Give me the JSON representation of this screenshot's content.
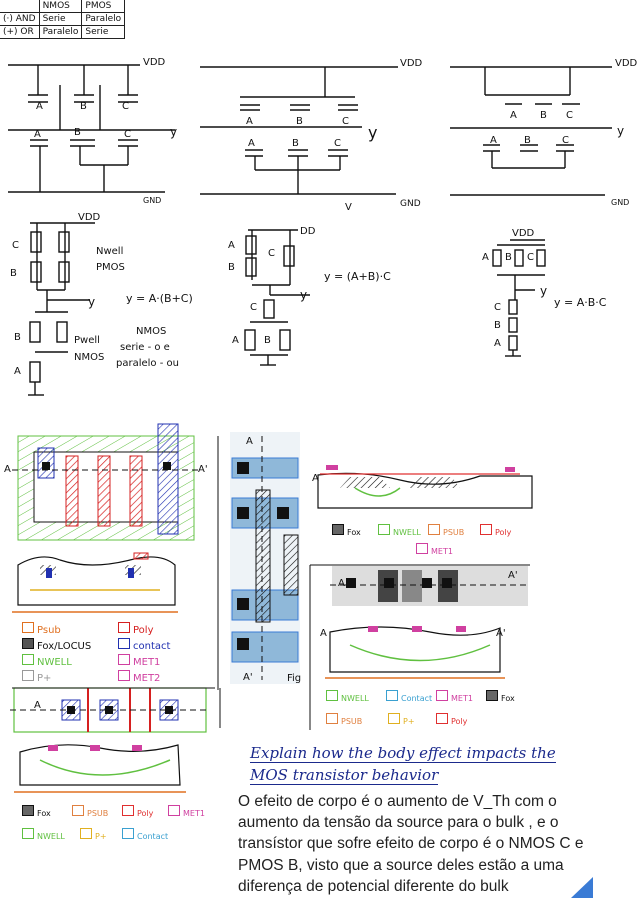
{
  "truth_table": {
    "headers": [
      "",
      "NMOS",
      "PMOS"
    ],
    "rows": [
      [
        "(·) AND",
        "Serie",
        "Paralelo"
      ],
      [
        "(+) OR",
        "Paralelo",
        "Serie"
      ]
    ]
  },
  "schematics_top": {
    "vdd": "VDD",
    "gnd": "GND",
    "out": "y",
    "v_label": "V",
    "inputs": [
      "A",
      "B",
      "C"
    ]
  },
  "cmos_left": {
    "vdd": "VDD",
    "nwell": "Nwell",
    "pmos": "PMOS",
    "pwell": "Pwell",
    "nmos": "NMOS",
    "equation": "y = A·(B+C)",
    "note_title": "NMOS",
    "note_line1": "serie - o e",
    "note_line2": "paralelo - ou",
    "out": "y",
    "inputs": [
      "A",
      "B",
      "C"
    ]
  },
  "cmos_mid": {
    "vdd": "DD",
    "equation": "y = (A+B)·C",
    "out": "y",
    "inputs": [
      "A",
      "B",
      "C"
    ]
  },
  "cmos_right": {
    "vdd": "VDD",
    "equation": "y = A·B·C",
    "out": "y",
    "inputs": [
      "A",
      "B",
      "C"
    ]
  },
  "layout": {
    "cut_a": "A",
    "cut_a_prime": "A'",
    "fig_label": "Fig"
  },
  "legend_left": [
    {
      "label": "Psub",
      "color": "#e07020"
    },
    {
      "label": "Poly",
      "color": "#d62020"
    },
    {
      "label": "Fox/LOCUS",
      "color": "#111111"
    },
    {
      "label": "contact",
      "color": "#2030b0"
    },
    {
      "label": "NWELL",
      "color": "#60c040"
    },
    {
      "label": "MET1",
      "color": "#d040a0"
    },
    {
      "label": "P+",
      "color": "#999999"
    },
    {
      "label": "MET2",
      "color": "#d040a0"
    }
  ],
  "legend_right_top": [
    {
      "label": "Fox",
      "color": "#111111"
    },
    {
      "label": "NWELL",
      "color": "#60c040"
    },
    {
      "label": "PSUB",
      "color": "#e08040"
    },
    {
      "label": "Poly",
      "color": "#e03030"
    },
    {
      "label": "MET1",
      "color": "#d040a0"
    }
  ],
  "legend_right_bottom": [
    {
      "label": "NWELL",
      "color": "#60c040"
    },
    {
      "label": "Contact",
      "color": "#3aa0d0"
    },
    {
      "label": "MET1",
      "color": "#d040a0"
    },
    {
      "label": "Fox",
      "color": "#111111"
    },
    {
      "label": "PSUB",
      "color": "#e08040"
    },
    {
      "label": "P+",
      "color": "#e0b020"
    },
    {
      "label": "Poly",
      "color": "#e03030"
    }
  ],
  "legend_bottom": [
    {
      "label": "Fox",
      "color": "#111111"
    },
    {
      "label": "PSUB",
      "color": "#e08040"
    },
    {
      "label": "Poly",
      "color": "#e03030"
    },
    {
      "label": "MET1",
      "color": "#d040a0"
    },
    {
      "label": "NWELL",
      "color": "#60c040"
    },
    {
      "label": "P+",
      "color": "#e0b020"
    },
    {
      "label": "Contact",
      "color": "#3aa0d0"
    }
  ],
  "question": "Explain how the body effect impacts the MOS transistor behavior",
  "answer": "O efeito de corpo é o aumento de V_Th com o aumento da tensão da source para o bulk , e o transístor que sofre efeito de corpo é o NMOS C e PMOS B, visto que a source deles estão a uma diferença de potencial diferente do bulk"
}
